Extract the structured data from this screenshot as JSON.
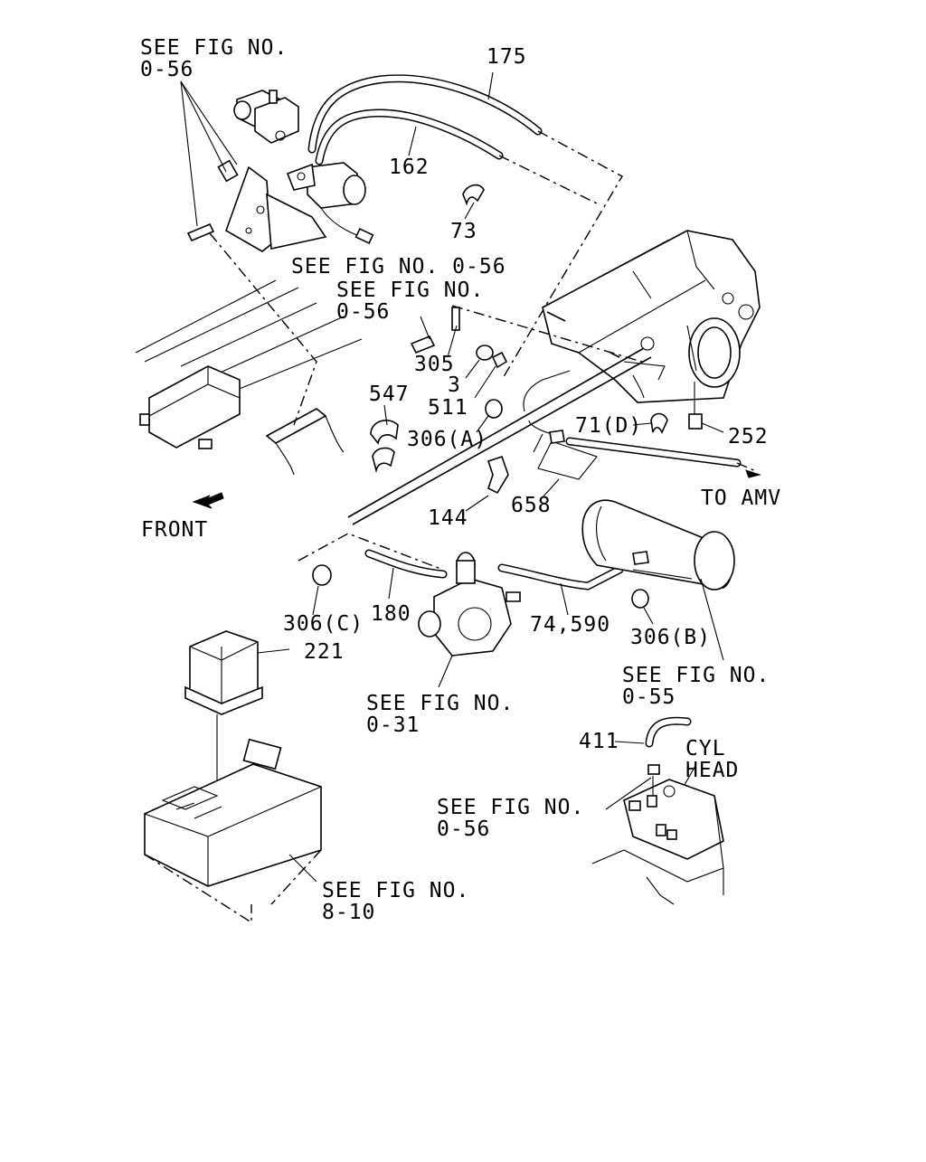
{
  "labels": {
    "ref_0_56_top": [
      "SEE FIG NO.",
      "0-56"
    ],
    "part_175": "175",
    "part_162": "162",
    "part_73": "73",
    "ref_0_56_inline": "SEE FIG NO. 0-56",
    "ref_0_56_mid": [
      "SEE FIG NO.",
      "0-56"
    ],
    "part_305": "305",
    "part_3": "3",
    "part_511": "511",
    "part_547": "547",
    "part_306a": "306(A)",
    "part_71d": "71(D)",
    "part_252": "252",
    "to_amv": "TO AMV",
    "front": "FRONT",
    "part_144": "144",
    "part_658": "658",
    "part_306c": "306(C)",
    "part_180": "180",
    "part_74_590": "74,590",
    "part_306b": "306(B)",
    "part_221": "221",
    "ref_0_55": [
      "SEE FIG NO.",
      "0-55"
    ],
    "ref_0_31": [
      "SEE FIG NO.",
      "0-31"
    ],
    "part_411": "411",
    "cyl_head": [
      "CYL",
      "HEAD"
    ],
    "ref_0_56_bottom": [
      "SEE FIG NO.",
      "0-56"
    ],
    "ref_8_10": [
      "SEE FIG NO.",
      "8-10"
    ]
  }
}
